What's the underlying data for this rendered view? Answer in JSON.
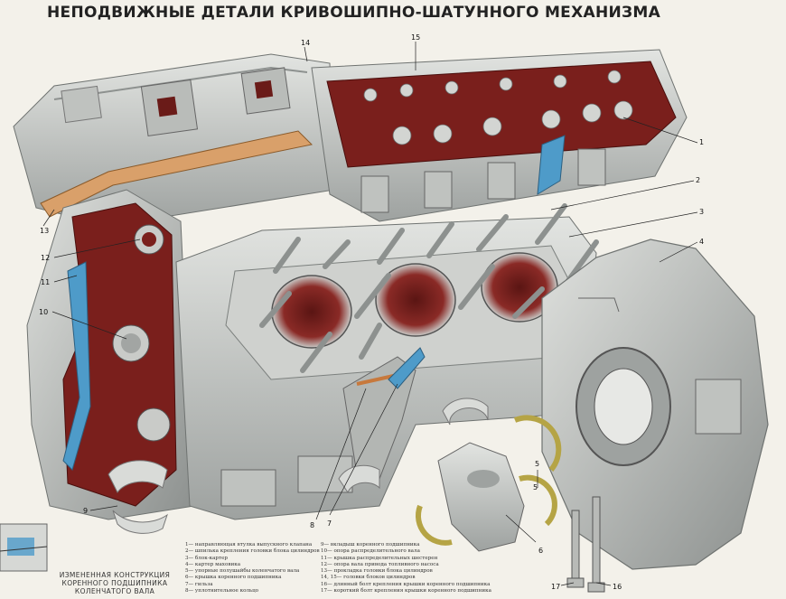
{
  "title": "НЕПОДВИЖНЫЕ ДЕТАЛИ КРИВОШИПНО-ШАТУННОГО МЕХАНИЗМА",
  "callouts": [
    "1",
    "2",
    "3",
    "4",
    "5",
    "6",
    "7",
    "8",
    "9",
    "10",
    "11",
    "12",
    "13",
    "14",
    "15",
    "16",
    "17",
    "5"
  ],
  "legend": {
    "left": [
      "1— направляющая втулка выпускного клапана",
      "2— шпилька крепления головки блока цилиндров",
      "3— блок-картер",
      "4— картер маховика",
      "5— упорные полушайбы коленчатого вала",
      "6— крышка коренного подшипника",
      "7— гильза",
      "8— уплотнительное кольцо"
    ],
    "right": [
      "9— вкладыш коренного подшипника",
      "10— опора распределительного вала",
      "11— крышка распределительных шестерен",
      "12— опора вала привода топливного насоса",
      "13— прокладка головки блока цилиндров",
      "14, 15— головки блоков цилиндров",
      "16— длинный болт крепления крышки коренного подшипника",
      "17— короткий болт крепления крышки коренного подшипника"
    ]
  },
  "inset_caption": [
    "ИЗМЕНЕННАЯ КОНСТРУКЦИЯ",
    "КОРЕННОГО ПОДШИПНИКА",
    "КОЛЕНЧАТОГО ВАЛА"
  ],
  "colors": {
    "metal": "#c9cbc8",
    "metal_dark": "#8d918f",
    "cutaway_red": "#7a1f1c",
    "coolant_blue": "#4e9bc9",
    "gasket": "#d9a06a",
    "background": "#f3f1ea"
  }
}
